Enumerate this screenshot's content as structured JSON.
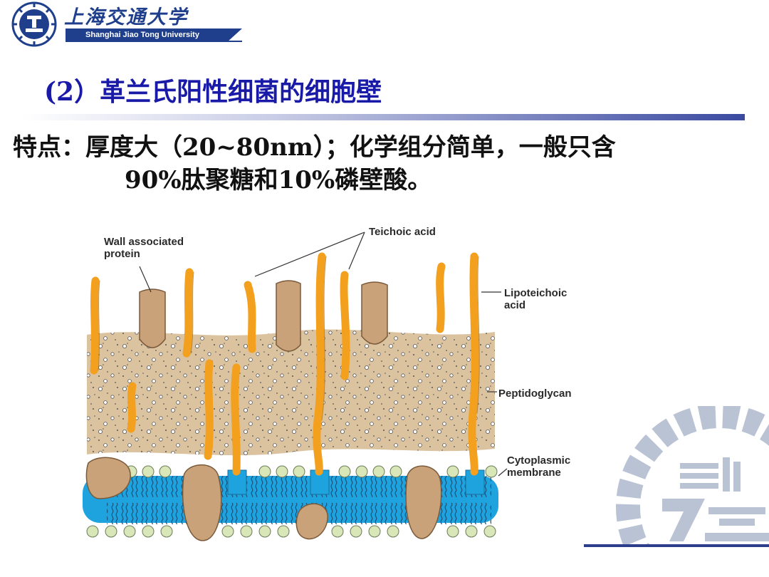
{
  "logo": {
    "name_cn": "上海交通大学",
    "name_en": "Shanghai Jiao Tong University",
    "seal_icon": "sjtu-seal-icon"
  },
  "title": "(2）革兰氏阳性细菌的细胞壁",
  "body": {
    "line1": "特点：厚度大（20~80nm）；化学组分简单，一般只含",
    "line2": "90%肽聚糖和10%磷壁酸。"
  },
  "diagram": {
    "labels": {
      "wall_protein": "Wall associated\nprotein",
      "teichoic_acid": "Teichoic acid",
      "lipoteichoic_acid": "Lipoteichoic\nacid",
      "peptidoglycan": "Peptidoglycan",
      "cytoplasmic_membrane": "Cytoplasmic\nmembrane"
    },
    "colors": {
      "peptidoglycan": "#dcc3a0",
      "teichoic_acid": "#f2a01e",
      "protein": "#c9a27a",
      "membrane": "#1fa3de",
      "lipid_head": "#d8e6b8"
    }
  },
  "colors": {
    "title": "#1a1aa8",
    "brand": "#1f3f8c",
    "body_text": "#111111"
  }
}
